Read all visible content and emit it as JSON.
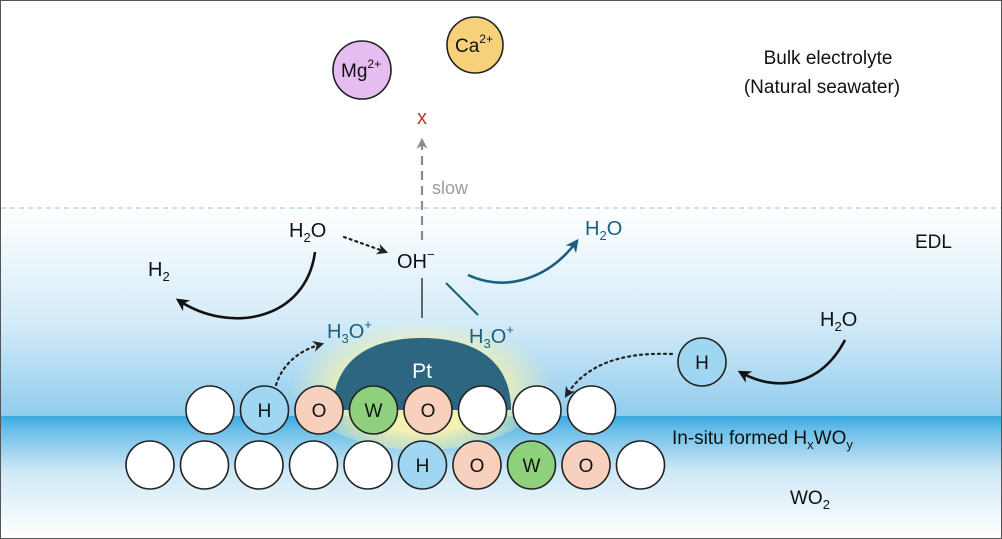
{
  "labels": {
    "bulk_line1": "Bulk electrolyte",
    "bulk_line2": "(Natural seawater)",
    "edl": "EDL",
    "slow": "slow",
    "blocked": "x",
    "insitu_prefix": "In-situ formed H",
    "insitu_sub_x": "x",
    "insitu_mid": "WO",
    "insitu_sub_y": "y",
    "substrate": "WO",
    "substrate_sub": "2"
  },
  "ions": {
    "mg": "Mg",
    "mg_charge": "2+",
    "ca": "Ca",
    "ca_charge": "2+"
  },
  "species": {
    "h2o": "H",
    "h2o_sub": "2",
    "h2o_o": "O",
    "oh": "OH",
    "oh_charge": "−",
    "h2": "H",
    "h2_sub": "2",
    "h3o": "H",
    "h3o_sub": "3",
    "h3o_o": "O",
    "h3o_charge": "+",
    "adsorbed_h": "H"
  },
  "catalyst": {
    "pt": "Pt"
  },
  "atoms": {
    "top_row": [
      "",
      "H",
      "O",
      "W",
      "O",
      "",
      "",
      ""
    ],
    "bottom_row": [
      "",
      "",
      "",
      "",
      "",
      "H",
      "O",
      "W",
      "O",
      ""
    ]
  },
  "colors": {
    "teal": "#1a5f7f",
    "pt": "#2d6680",
    "h_atom": "#9fd7f2",
    "o_atom": "#f7d1bd",
    "w_atom": "#8fd07d",
    "mg": "#e5bdf0",
    "ca": "#f7d17a",
    "blocked": "#c0392b",
    "slow": "#9c9c9c"
  }
}
